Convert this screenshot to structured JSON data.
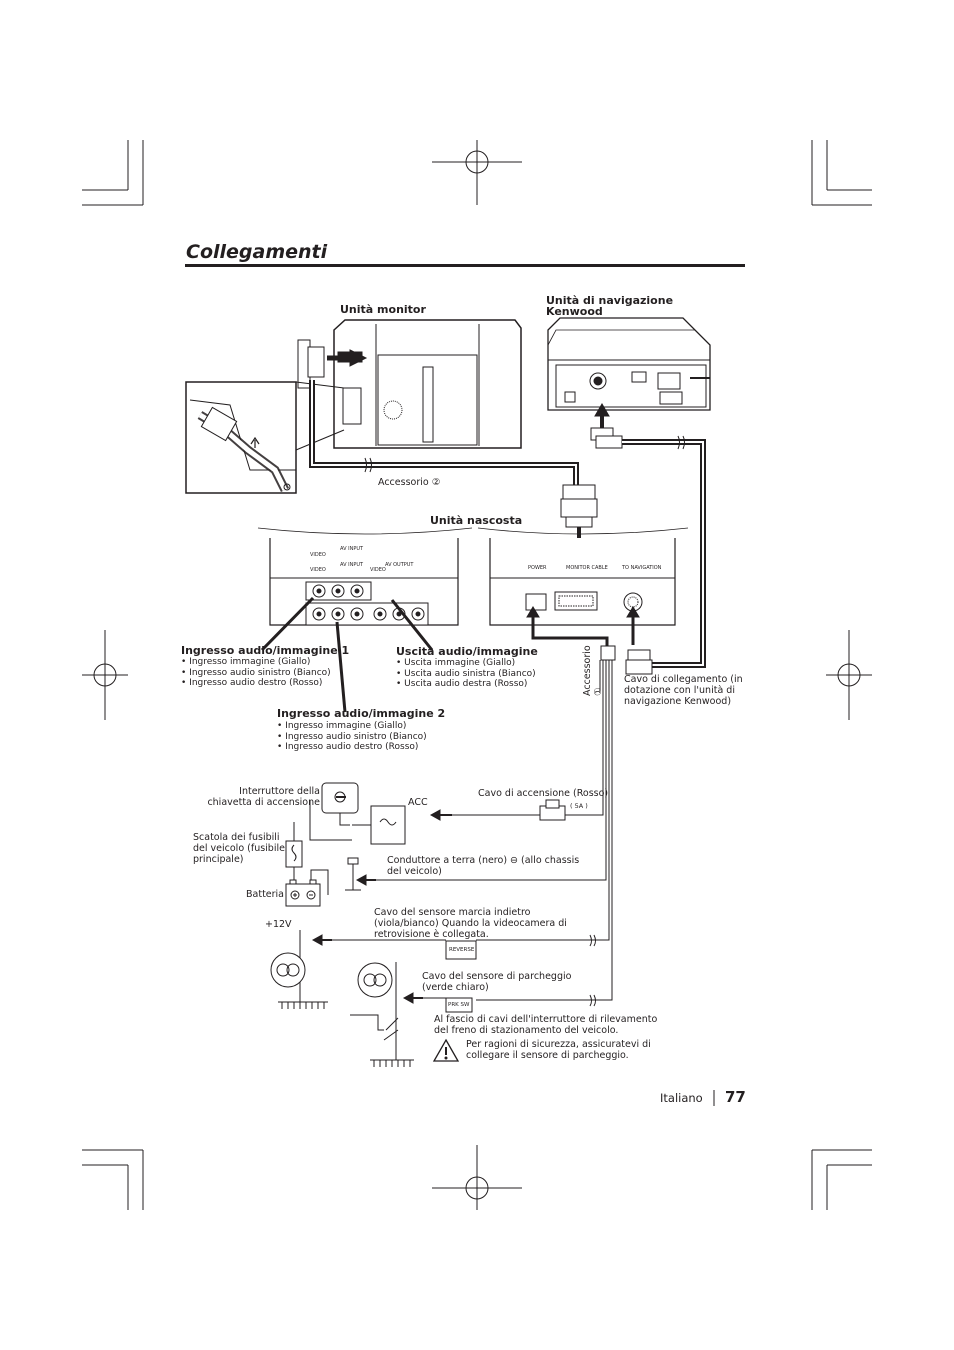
{
  "page_title": "Collegamenti",
  "footer": {
    "language": "Italiano",
    "page_number": "77"
  },
  "headings": {
    "monitor_unit": "Unità monitor",
    "navigation_unit": "Unità di navigazione Kenwood",
    "hidden_unit": "Unità nascosta",
    "av_input_1": "Ingresso audio/immagine 1",
    "av_output": "Uscita audio/immagine",
    "av_input_2": "Ingresso audio/immagine 2"
  },
  "lists": {
    "av_input_1": [
      "Ingresso immagine (Giallo)",
      "Ingresso audio sinistro (Bianco)",
      "Ingresso audio destro (Rosso)"
    ],
    "av_output": [
      "Uscita immagine (Giallo)",
      "Uscita audio sinistra (Bianco)",
      "Uscita audio destra (Rosso)"
    ],
    "av_input_2": [
      "Ingresso immagine (Giallo)",
      "Ingresso audio sinistro (Bianco)",
      "Ingresso audio destro (Rosso)"
    ]
  },
  "labels": {
    "accessory_2": "Accessorio ②",
    "accessory_1": "Accessorio ①",
    "link_cable": "Cavo di collegamento (in dotazione con l'unità di navigazione Kenwood)",
    "ignition_switch": "Interruttore della chiavetta di accensione",
    "acc": "ACC",
    "ignition_cable": "Cavo di accensione (Rosso)",
    "fuse_5a": "( 5A )",
    "fuse_box": "Scatola dei fusibili del veicolo (fusibile principale)",
    "ground_wire": "Conduttore a terra (nero) ⊖ (allo chassis del veicolo)",
    "battery": "Batteria",
    "reverse_wire": "Cavo del sensore marcia indietro (viola/bianco) Quando la videocamera di retrovisione è collegata.",
    "plus_12v": "+12V",
    "reverse_tag": "REVERSE",
    "parking_wire": "Cavo del sensore di parcheggio (verde chiaro)",
    "prk_tag": "PRK SW",
    "brake_harness": "Al fascio di cavi dell'interruttore di rilevamento del freno di stazionamento del veicolo.",
    "safety_note": "Per ragioni di sicurezza, assicuratevi di collegare il sensore di parcheggio."
  },
  "panel_labels": {
    "av_input_top": "AV INPUT",
    "av_input": "AV INPUT",
    "av_output": "AV OUTPUT",
    "video": "VIDEO",
    "power": "POWER",
    "monitor_cable": "MONITOR CABLE",
    "to_navigation": "TO NAVIGATION"
  }
}
